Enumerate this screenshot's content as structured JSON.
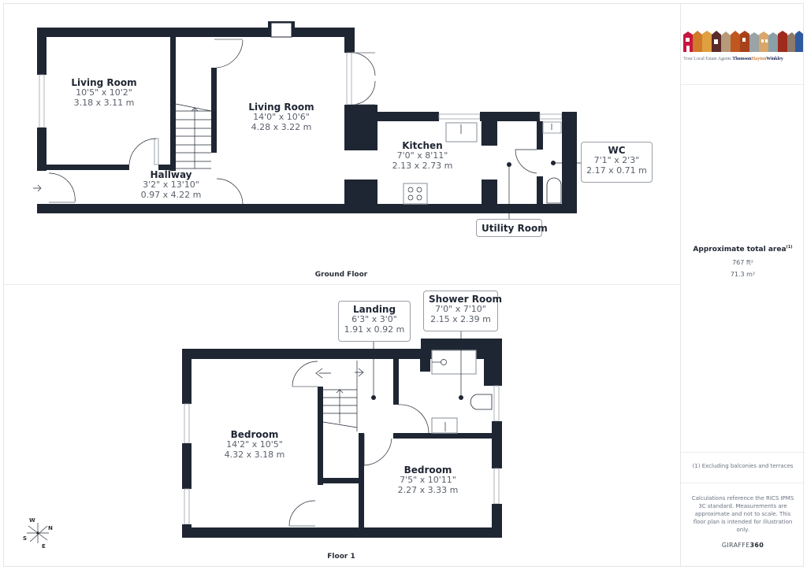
{
  "logo": {
    "tagline": "Your Local Estate Agents",
    "brand_part1": "Thomson",
    "brand_part2": "Hayton",
    "brand_part3": "Winkley",
    "house_colors": [
      "#c8173f",
      "#d07a2a",
      "#e0a040",
      "#5b2a2a",
      "#b79a7a",
      "#c0571f",
      "#a8421a",
      "#9aa3a6",
      "#d9a76a",
      "#8aa0a8",
      "#9e2b1c",
      "#8e7a6a",
      "#2f5aa0"
    ]
  },
  "summary": {
    "title": "Approximate total area",
    "footnote_marker": "(1)",
    "area_imperial": "767 ft²",
    "area_metric": "71.3 m²",
    "note_excluding": "(1) Excluding balconies and terraces",
    "disclaimer": "Calculations reference the RICS IPMS 3C standard. Measurements are approximate and not to scale. This floor plan is intended for illustration only.",
    "brand_left": "GIRAFFE",
    "brand_right": "360"
  },
  "ground_floor": {
    "title": "Ground Floor",
    "rooms": [
      {
        "name": "Living Room",
        "imperial": "10'5\" x 10'2\"",
        "metric": "3.18 x 3.11 m"
      },
      {
        "name": "Living Room",
        "imperial": "14'0\" x 10'6\"",
        "metric": "4.28 x 3.22 m"
      },
      {
        "name": "Hallway",
        "imperial": "3'2\" x 13'10\"",
        "metric": "0.97 x 4.22 m"
      },
      {
        "name": "Kitchen",
        "imperial": "7'0\" x 8'11\"",
        "metric": "2.13 x 2.73 m"
      }
    ],
    "callouts": [
      {
        "name": "WC",
        "imperial": "7'1\" x 2'3\"",
        "metric": "2.17 x 0.71 m"
      },
      {
        "name": "Utility Room"
      }
    ]
  },
  "first_floor": {
    "title": "Floor 1",
    "rooms": [
      {
        "name": "Bedroom",
        "imperial": "14'2\" x 10'5\"",
        "metric": "4.32 x 3.18 m"
      },
      {
        "name": "Bedroom",
        "imperial": "7'5\" x 10'11\"",
        "metric": "2.27 x 3.33 m"
      }
    ],
    "callouts": [
      {
        "name": "Landing",
        "imperial": "6'3\" x 3'0\"",
        "metric": "1.91 x 0.92 m"
      },
      {
        "name": "Shower Room",
        "imperial": "7'0\" x 7'10\"",
        "metric": "2.15 x 2.39 m"
      }
    ]
  },
  "compass": {
    "w": "W",
    "n": "N",
    "s": "S",
    "e": "E"
  },
  "colors": {
    "wall": "#1f2633",
    "text": "#1f2633",
    "dim_text": "#5a606b",
    "divider": "#ececec"
  }
}
